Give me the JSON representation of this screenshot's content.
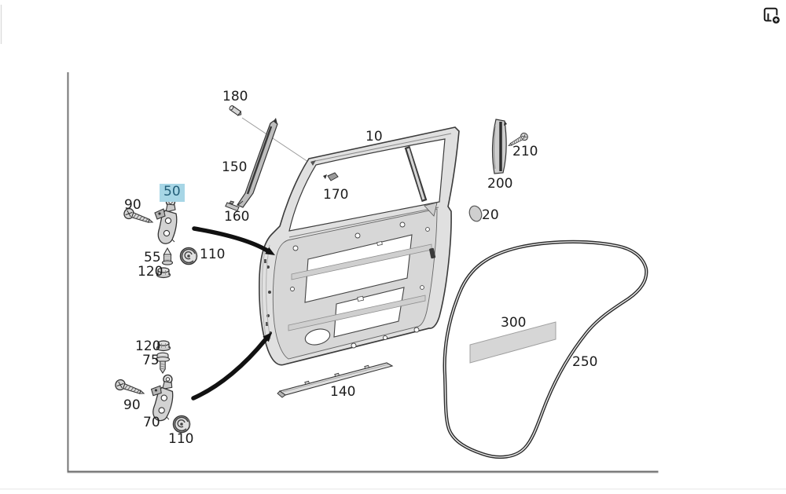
{
  "diagram": {
    "type": "vehicle-rear-door-parts-diagram",
    "selected_part": "50",
    "labels": {
      "p10": "10",
      "p20": "20",
      "p50": "50",
      "p55": "55",
      "p70": "70",
      "p75": "75",
      "p90": "90",
      "p110": "110",
      "p120": "120",
      "p140": "140",
      "p150": "150",
      "p160": "160",
      "p170": "170",
      "p180": "180",
      "p200": "200",
      "p210": "210",
      "p250": "250",
      "p300": "300"
    }
  },
  "icons": {
    "top_right": "add-frame-plus-icon"
  },
  "colors": {
    "highlight_bg": "#a7d6e6",
    "highlight_text": "#235e78",
    "label_text": "#1c1c1c",
    "line": "#333333",
    "part_fill": "#d7d7d7",
    "frame_line": "#6e6e6e"
  }
}
